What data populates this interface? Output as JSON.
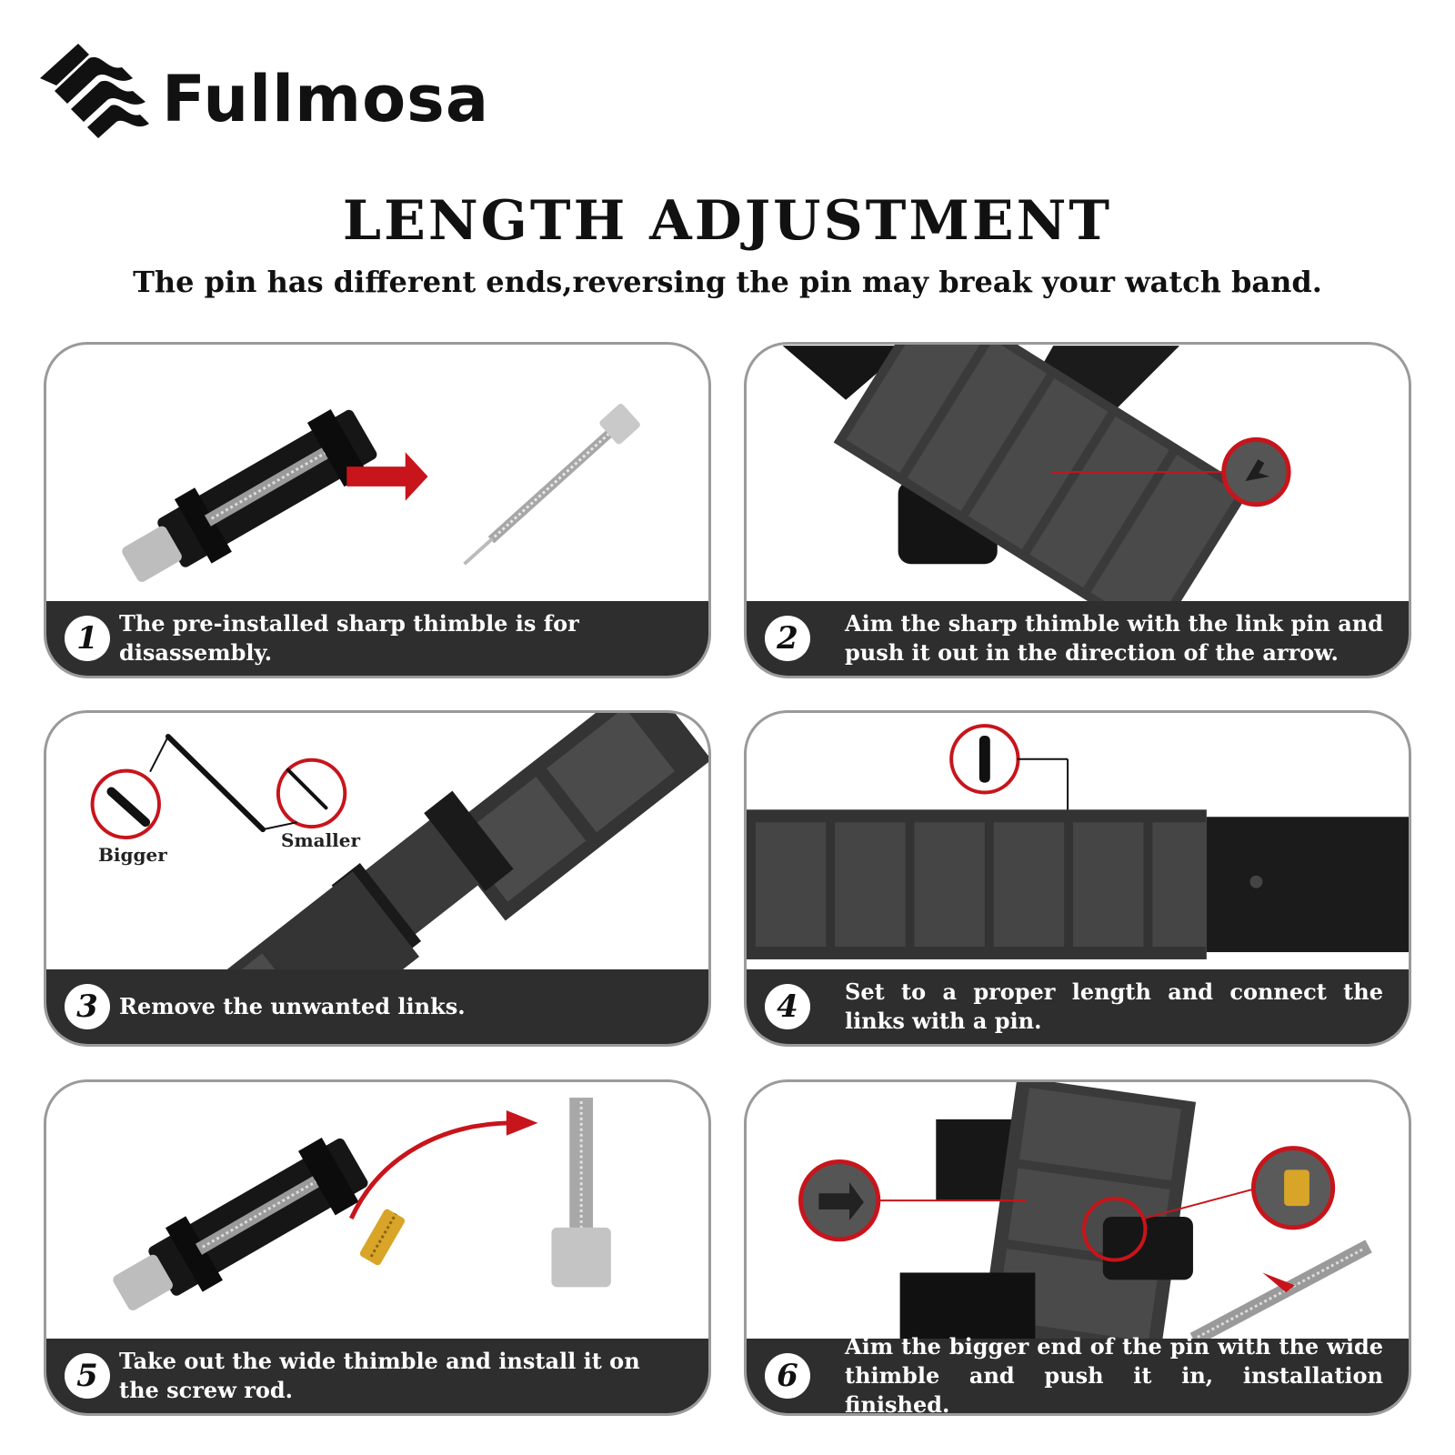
{
  "brand": {
    "name": "Fullmosa",
    "logo_icon": "wave-stripes-logo"
  },
  "heading": {
    "title": "LENGTH ADJUSTMENT",
    "subtitle": "The pin has different ends,reversing the pin may break your watch band."
  },
  "steps": [
    {
      "number": "1",
      "caption": "The pre-installed sharp thimble is for disassembly."
    },
    {
      "number": "2",
      "caption": "Aim the sharp thimble with the link pin and push it out in the direction of the arrow."
    },
    {
      "number": "3",
      "caption": "Remove the unwanted links."
    },
    {
      "number": "4",
      "caption": "Set to a proper length and connect the links with a pin."
    },
    {
      "number": "5",
      "caption": "Take out the wide thimble and install it on the screw rod."
    },
    {
      "number": "6",
      "caption": "Aim the bigger end of the pin with the wide thimble and push it in, installation finished."
    }
  ],
  "labels": {
    "bigger": "Bigger",
    "smaller": "Smaller"
  },
  "colors": {
    "accent_red": "#c8141b",
    "caption_bar": "#2e2e2e",
    "panel_border": "#9a9a9a",
    "band_steel": "#3a3a3a"
  }
}
